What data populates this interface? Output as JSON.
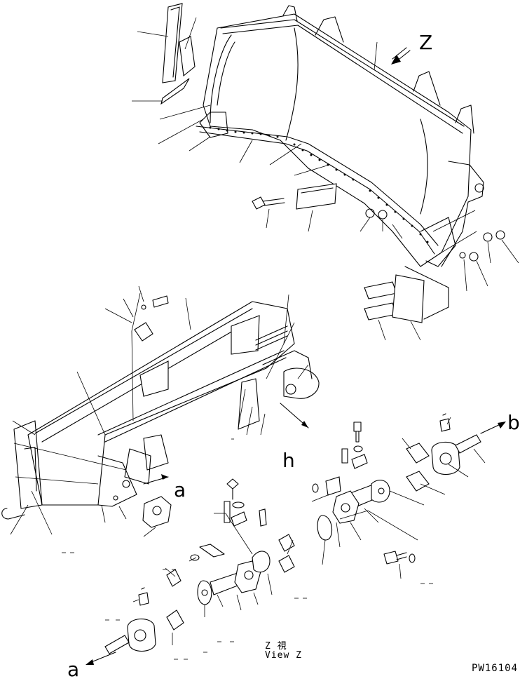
{
  "view_marker": "Z",
  "arrow_labels": {
    "a_upper": "a",
    "a_lower": "a",
    "b": "b",
    "h": "h"
  },
  "view_title": {
    "line1": "Z  視",
    "line2": "View Z"
  },
  "drawing_code": "PW16104"
}
